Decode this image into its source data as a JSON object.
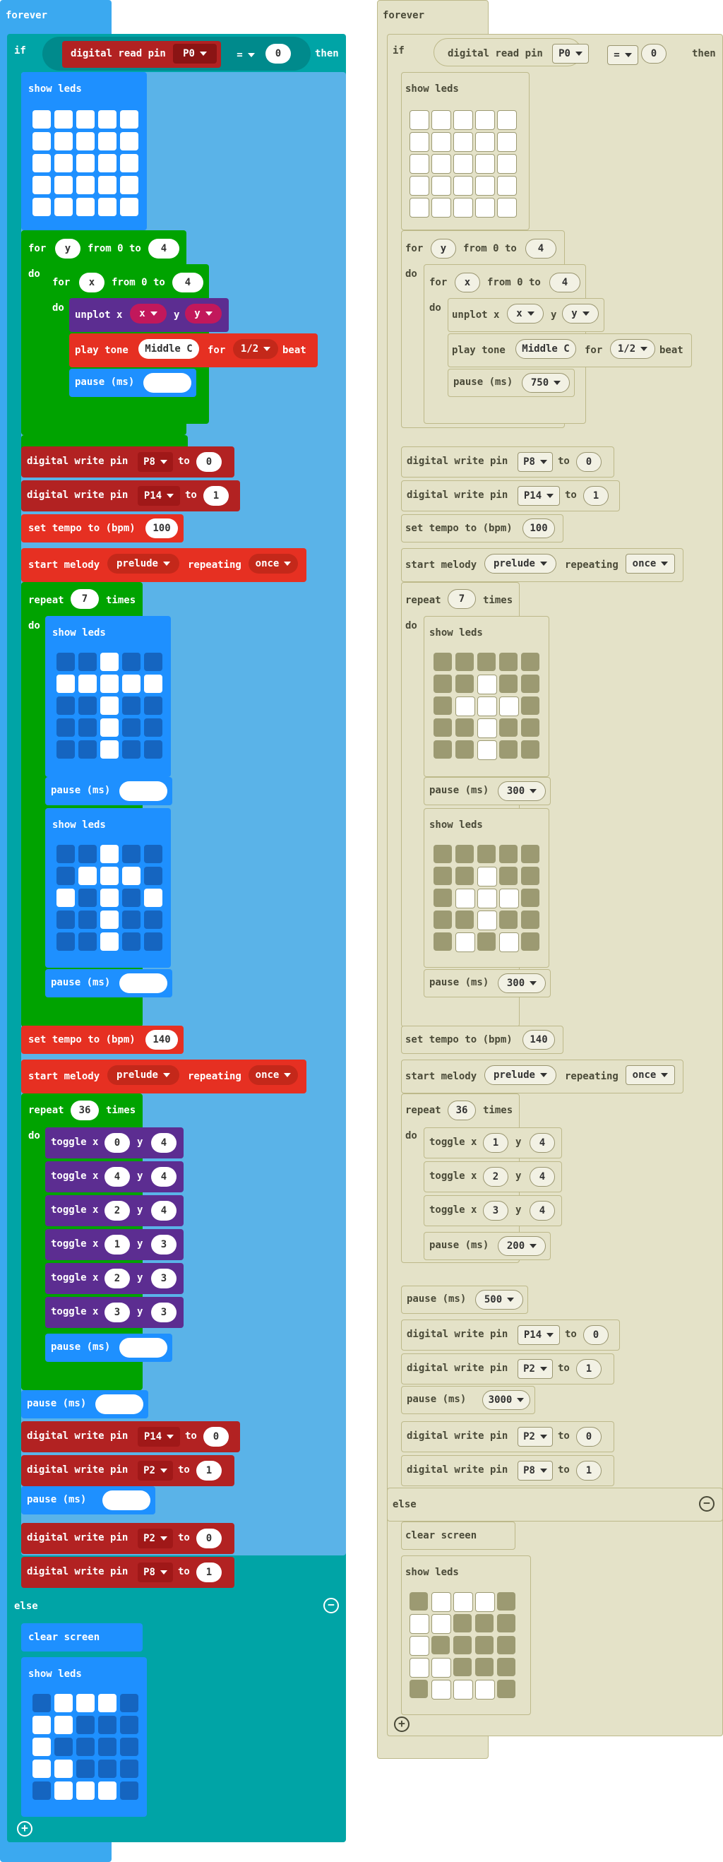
{
  "colors": {
    "loops": "#3ba9f0",
    "basic": "#1e90ff",
    "logic": "#00a4a6",
    "pins": "#b22222",
    "music": "#e63022",
    "control": "#00a300",
    "led": "#5c2d91",
    "disabled": "#d8d5a8"
  },
  "forever": {
    "label": "forever"
  },
  "if_block": {
    "if": "if",
    "then": "then",
    "else": "else",
    "cond": {
      "label": "digital read pin",
      "pin": "P0",
      "op": "=",
      "value": "0"
    }
  },
  "show_leds": "show leds",
  "for_y": {
    "for": "for",
    "var": "y",
    "from": "from 0 to",
    "to": "4",
    "do": "do"
  },
  "for_x": {
    "for": "for",
    "var": "x",
    "from": "from 0 to",
    "to": "4",
    "do": "do"
  },
  "unplot": {
    "label": "unplot x",
    "x": "x",
    "y_label": "y",
    "y": "y"
  },
  "play_tone": {
    "label": "play tone",
    "note": "Middle C",
    "for": "for",
    "beat": "1/2",
    "beat_label": "beat"
  },
  "pause_label": "pause (ms)",
  "pause_vals": {
    "p750": "750",
    "p300": "300",
    "p200": "200",
    "p500": "500",
    "p3000": "3000"
  },
  "dw": {
    "label": "digital write pin",
    "to": "to",
    "P8": "P8",
    "P14": "P14",
    "P2": "P2",
    "v0": "0",
    "v1": "1"
  },
  "tempo": {
    "label": "set tempo to (bpm)",
    "v100": "100",
    "v140": "140"
  },
  "melody": {
    "label": "start melody",
    "name": "prelude",
    "repeating": "repeating",
    "mode": "once"
  },
  "repeat": {
    "label": "repeat",
    "times": "times",
    "do": "do",
    "n7": "7",
    "n36": "36"
  },
  "toggle": {
    "label": "toggle x",
    "y": "y",
    "left": [
      [
        "0",
        "4"
      ],
      [
        "4",
        "4"
      ],
      [
        "2",
        "4"
      ],
      [
        "1",
        "3"
      ],
      [
        "2",
        "3"
      ],
      [
        "3",
        "3"
      ]
    ],
    "right": [
      [
        "1",
        "4"
      ],
      [
        "2",
        "4"
      ],
      [
        "3",
        "4"
      ]
    ]
  },
  "clear": "clear screen"
}
